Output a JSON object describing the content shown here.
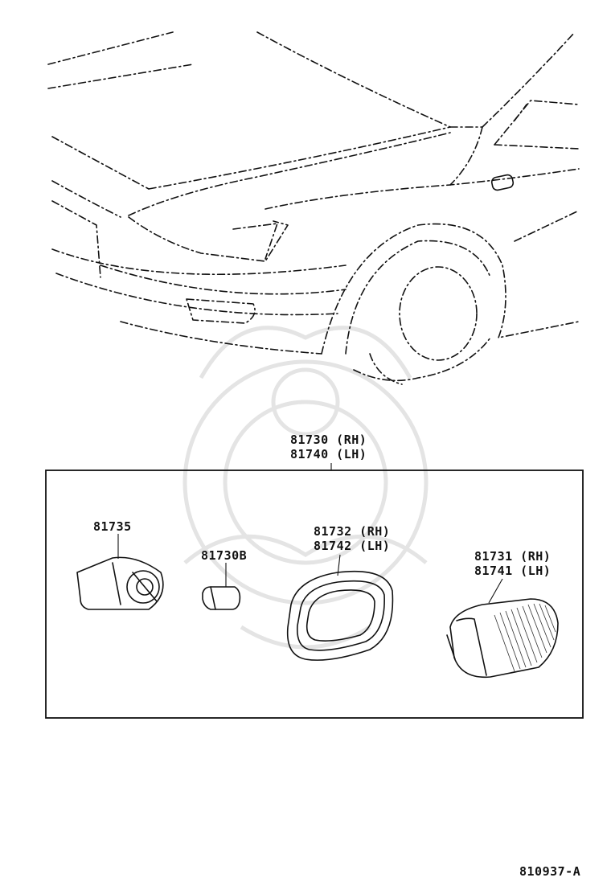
{
  "diagram": {
    "assembly_label": [
      "81730 (RH)",
      "81740 (LH)"
    ],
    "parts": {
      "socket": "81735",
      "bulb": "81730B",
      "gasket": [
        "81732 (RH)",
        "81742 (LH)"
      ],
      "lens": [
        "81731 (RH)",
        "81741 (LH)"
      ]
    },
    "figure_id": "810937-A"
  }
}
